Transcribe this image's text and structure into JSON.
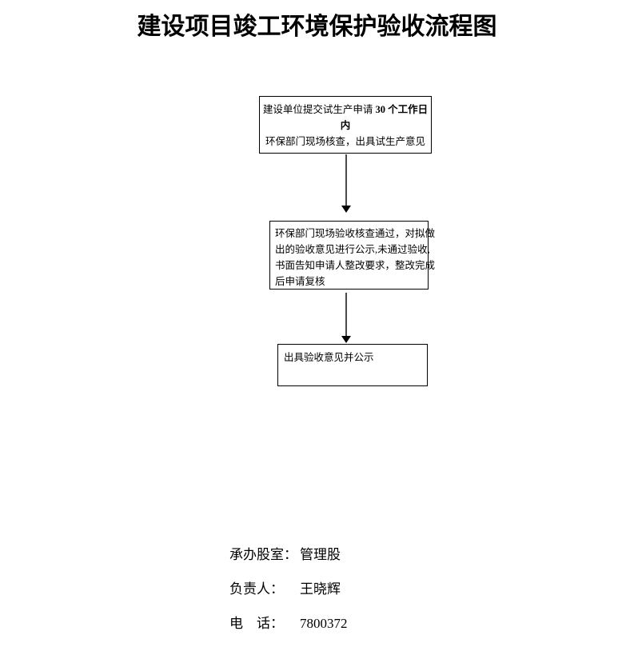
{
  "page": {
    "title": "建设项目竣工环境保护验收流程图"
  },
  "flowchart": {
    "box1": {
      "line1_regular": "建设单位提交试生产申请 ",
      "line1_bold": "30 个工作日内",
      "line2": "环保部门现场核查，出具试生产意见"
    },
    "box2": {
      "line1": "环保部门现场验收核查通过，对拟做",
      "line2": "出的验收意见进行公示,未通过验收,",
      "line3": "书面告知申请人整改要求，整改完成",
      "line4": "后申请复核"
    },
    "box3": {
      "text": "出具验收意见并公示"
    }
  },
  "contact": {
    "row1": {
      "label": "承办股室：",
      "value": "管理股"
    },
    "row2": {
      "label": "负责人：",
      "value": "王晓辉"
    },
    "row3": {
      "label": "电　话：",
      "value": "7800372"
    }
  }
}
